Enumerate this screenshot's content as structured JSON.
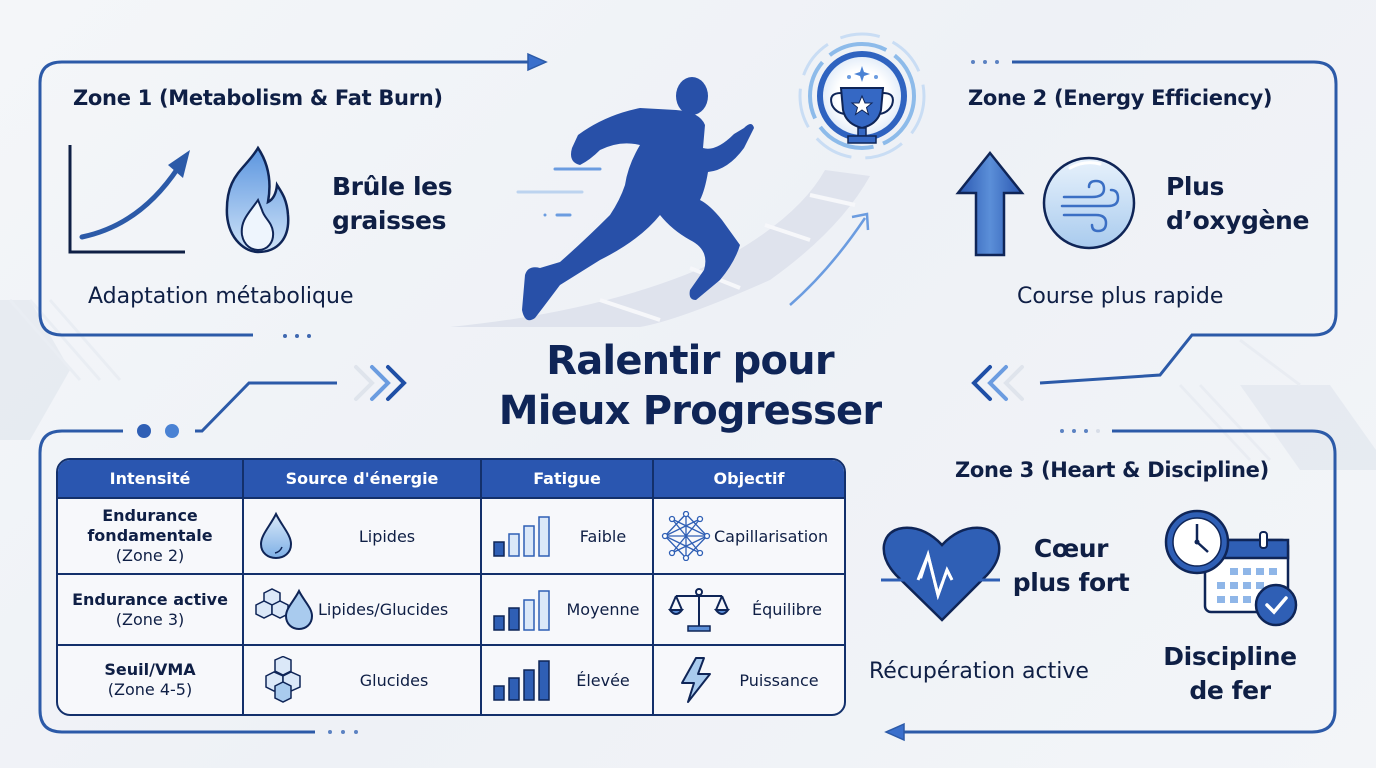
{
  "title": {
    "line1": "Ralentir pour",
    "line2": "Mieux Progresser"
  },
  "zone1": {
    "title": "Zone 1 (Metabolism & Fat Burn)",
    "icons": [
      "growth-chart-icon",
      "flame-icon"
    ],
    "highlight_line1": "Brûle les",
    "highlight_line2": "graisses",
    "subtitle": "Adaptation métabolique"
  },
  "zone2": {
    "title": "Zone 2 (Energy Efficiency)",
    "icons": [
      "arrow-up-icon",
      "wind-bubble-icon"
    ],
    "highlight_line1": "Plus",
    "highlight_line2": "d’oxygène",
    "subtitle": "Course plus rapide"
  },
  "zone3": {
    "title": "Zone 3 (Heart & Discipline)",
    "icons": [
      "heart-pulse-icon",
      "clock-calendar-check-icon"
    ],
    "heart_line1": "Cœur",
    "heart_line2": "plus fort",
    "subtitle": "Récupération active",
    "discipline_line1": "Discipline",
    "discipline_line2": "de fer"
  },
  "hero": {
    "icons": [
      "runner-icon",
      "trophy-icon",
      "track-path",
      "arrow-up-right-icon"
    ]
  },
  "table": {
    "headers": [
      "Intensité",
      "Source d'énergie",
      "Fatigue",
      "Objectif"
    ],
    "rows": [
      {
        "intensity_bold": "Endurance fondamentale",
        "intensity_line1": "Endurance",
        "intensity_line2": "fondamentale",
        "zone": "(Zone 2)",
        "source": "Lipides",
        "source_icon": "droplet-icon",
        "fatigue": "Faible",
        "fatigue_level": 1,
        "objective": "Capillarisation",
        "objective_icon": "network-icon"
      },
      {
        "intensity_line1": "Endurance active",
        "zone": "(Zone 3)",
        "source": "Lipides/Glucides",
        "source_icon": "cubes-droplet-icon",
        "fatigue": "Moyenne",
        "fatigue_level": 2,
        "objective": "Équilibre",
        "objective_icon": "balance-scale-icon"
      },
      {
        "intensity_line1": "Seuil/VMA",
        "zone": "(Zone 4-5)",
        "source": "Glucides",
        "source_icon": "cubes-icon",
        "fatigue": "Élevée",
        "fatigue_level": 4,
        "objective": "Puissance",
        "objective_icon": "lightning-icon"
      }
    ]
  },
  "colors": {
    "primary": "#2a56b0",
    "dark_navy": "#0f1f45",
    "frame_blue": "#2c5aa8",
    "light_blue": "#b9d6f3",
    "background": "#f2f4f8"
  }
}
